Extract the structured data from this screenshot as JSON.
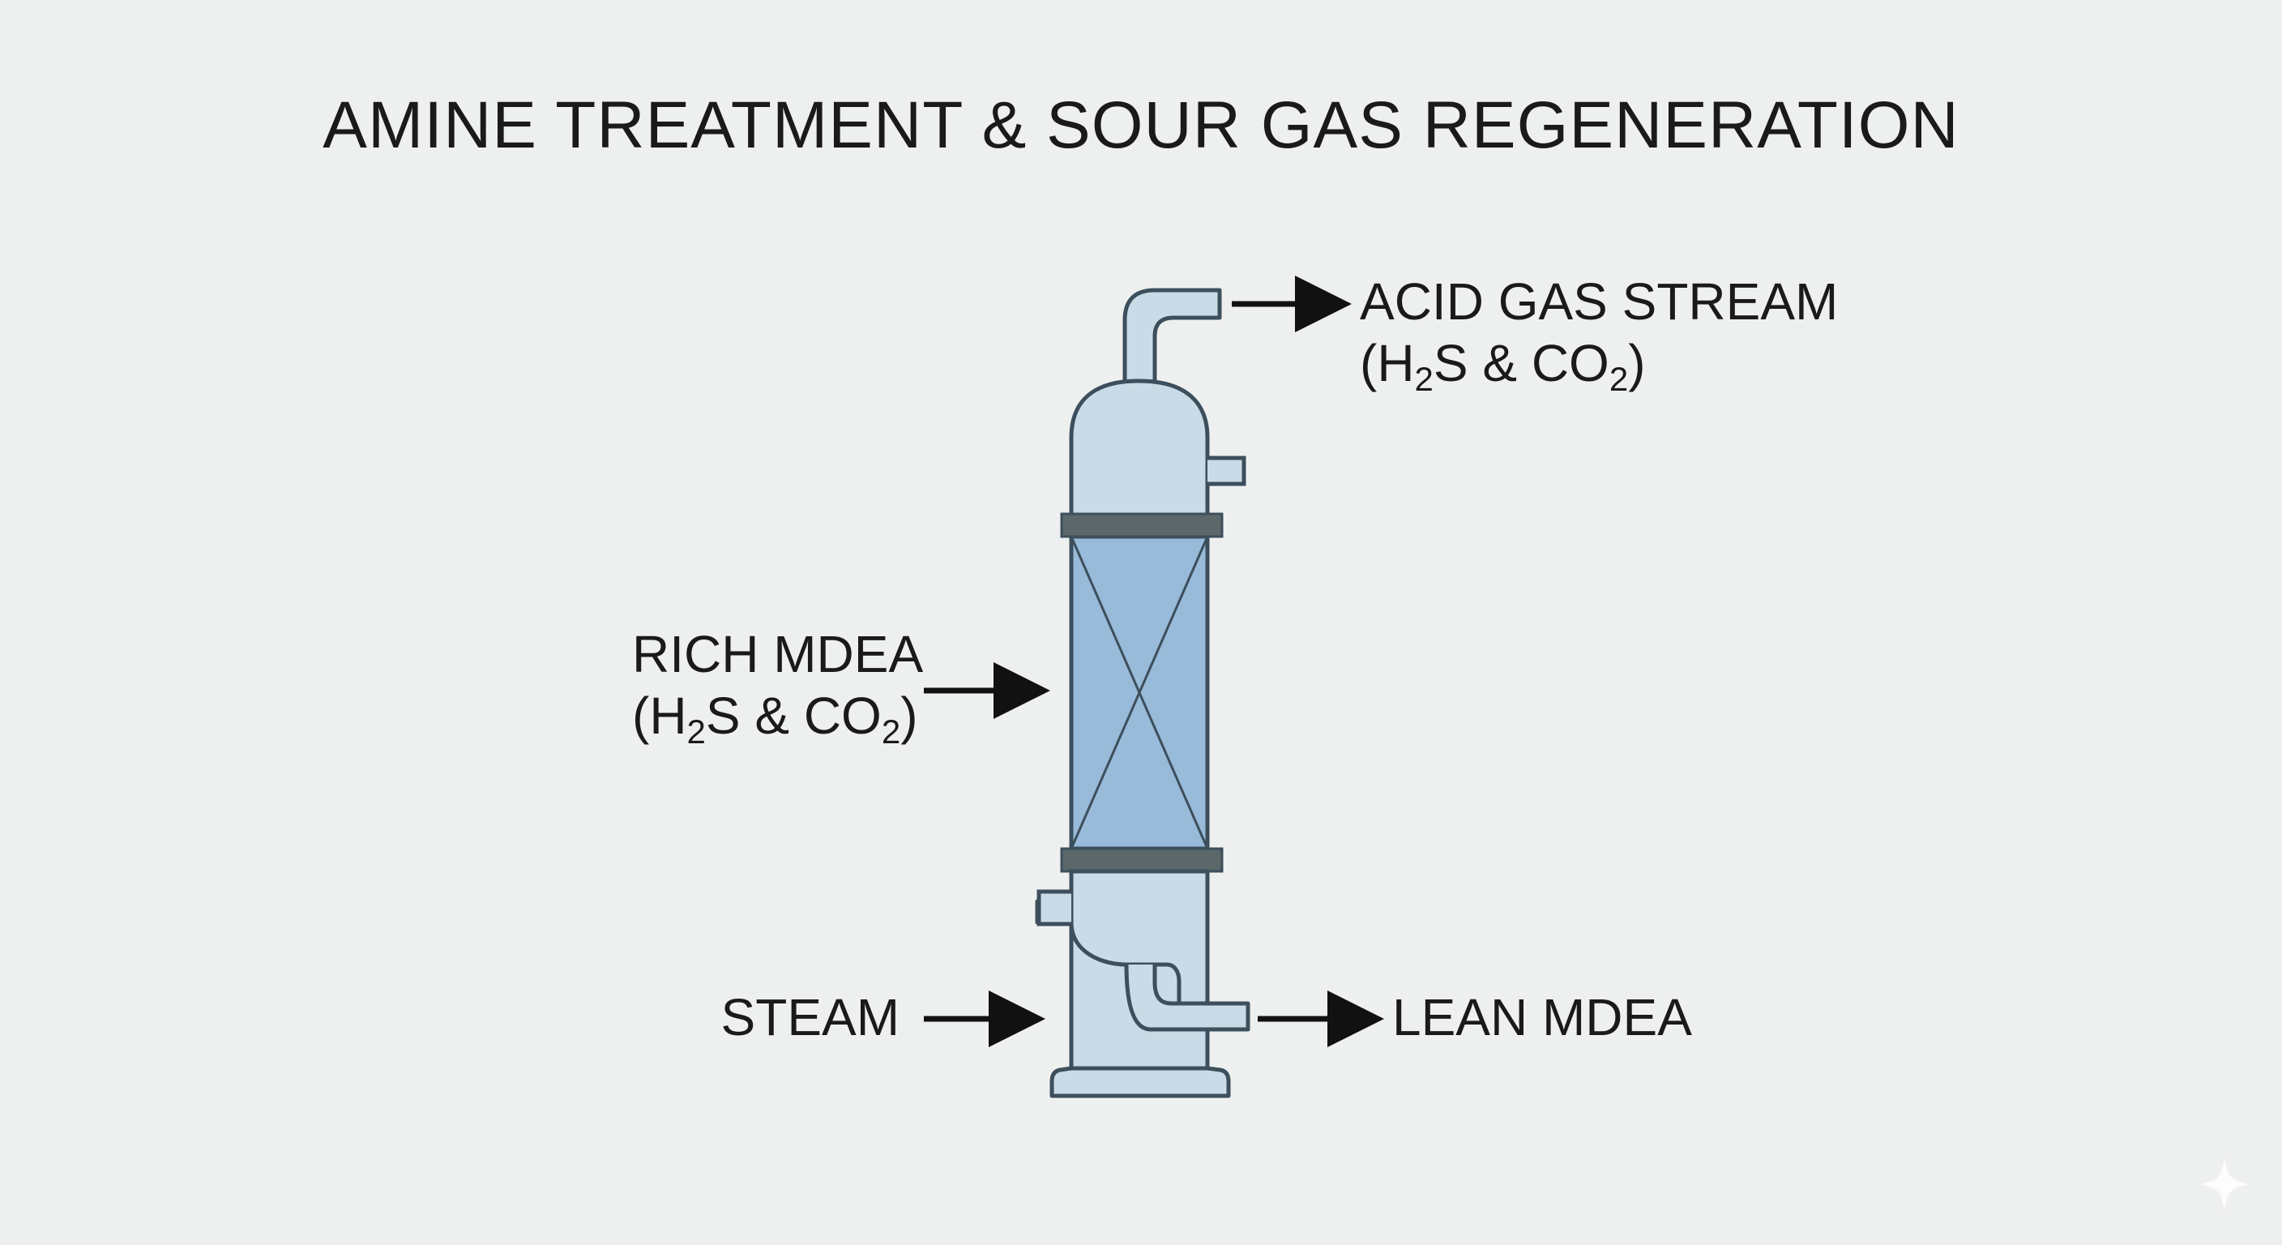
{
  "title": "AMINE TREATMENT & SOUR GAS REGENERATION",
  "labels": {
    "acid_gas": {
      "line1": "ACID GAS STREAM",
      "line2_open": "(H",
      "line2_sub1": "2",
      "line2_mid": "S & CO",
      "line2_sub2": "2",
      "line2_close": ")"
    },
    "rich_mdea": {
      "line1": "RICH MDEA",
      "line2_open": "(H",
      "line2_sub1": "2",
      "line2_mid": "S & CO",
      "line2_sub2": "2",
      "line2_close": ")"
    },
    "steam": "STEAM",
    "lean_mdea": "LEAN MDEA"
  },
  "colors": {
    "background": "#eef0ef",
    "vessel_fill": "#c9dbe6",
    "packing_fill": "#98bbd9",
    "outline": "#3d4f5c",
    "flange": "#5b6769",
    "arrow": "#111111"
  },
  "icons": {
    "sparkle": "sparkle-icon"
  }
}
